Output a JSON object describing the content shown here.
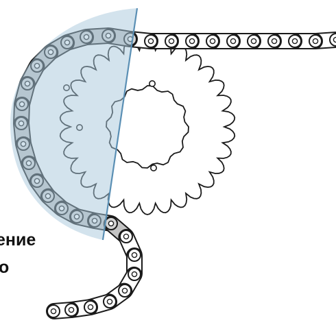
{
  "diagram": {
    "caption_lines": [
      "ение",
      "о"
    ],
    "colors": {
      "background": "#ffffff",
      "wedge_fill": "#a8c8dc",
      "wedge_edge": "#5a8fb4",
      "highlighted_link_fill": "#c4c4c4",
      "outline": "#1a1a1a"
    },
    "icons": [
      "roller-chain",
      "chainring",
      "highlight-wedge"
    ]
  }
}
